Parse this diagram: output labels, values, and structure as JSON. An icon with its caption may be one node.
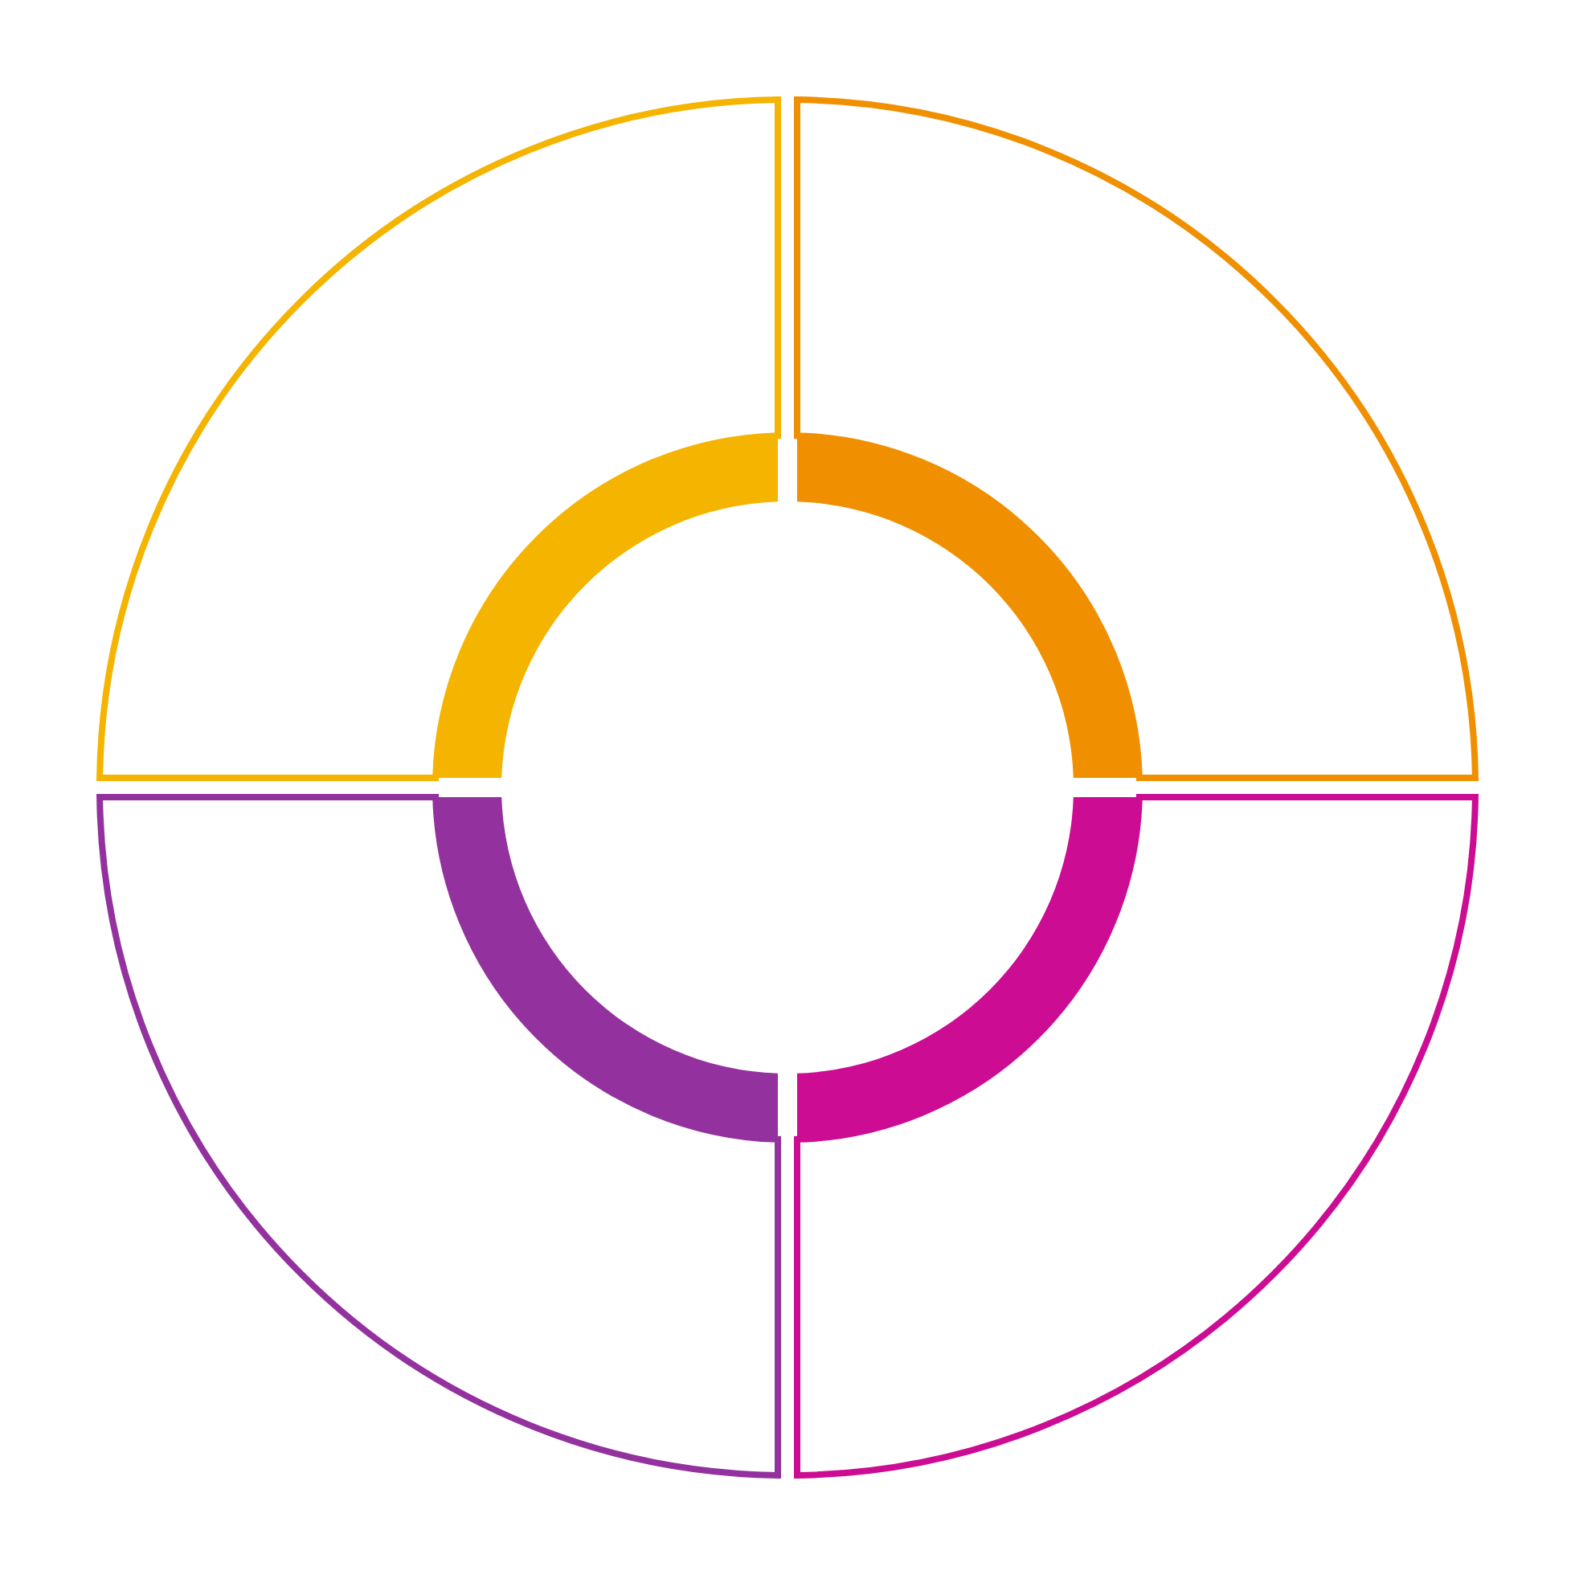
{
  "diagram": {
    "nodes": [
      {
        "text": [],
        "shape": "sector"
      },
      {
        "text": [],
        "shape": "sector"
      },
      {
        "text": [],
        "shape": "sector"
      },
      {
        "text": [],
        "shape": "sector"
      }
    ]
  }
}
